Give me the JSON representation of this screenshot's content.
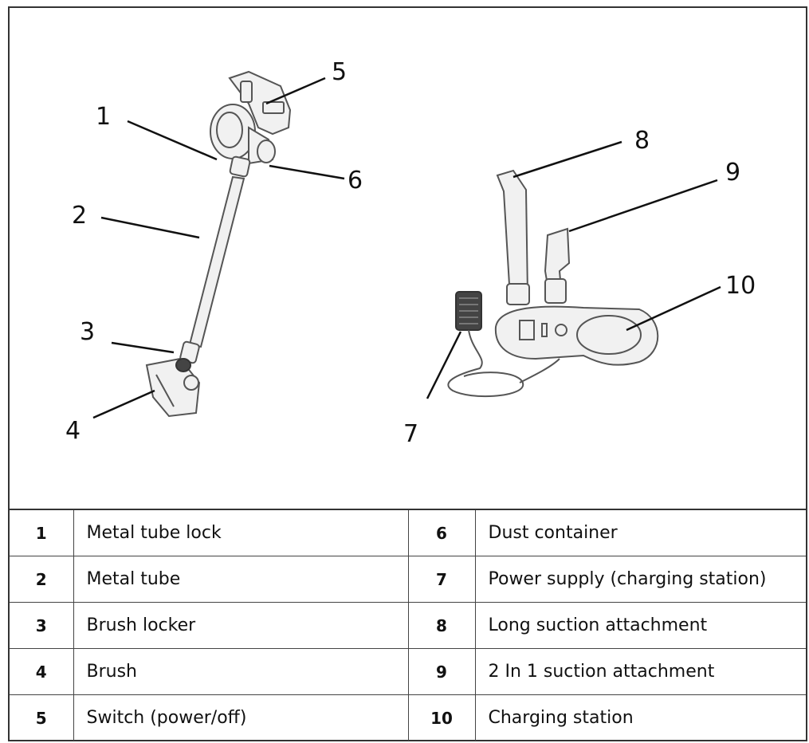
{
  "callouts": [
    "1",
    "2",
    "3",
    "4",
    "5",
    "6",
    "7",
    "8",
    "9",
    "10"
  ],
  "parts_left": [
    {
      "number": "1",
      "label": "Metal tube lock"
    },
    {
      "number": "2",
      "label": "Metal tube"
    },
    {
      "number": "3",
      "label": "Brush locker"
    },
    {
      "number": "4",
      "label": "Brush"
    },
    {
      "number": "5",
      "label": "Switch (power/off)"
    }
  ],
  "parts_right": [
    {
      "number": "6",
      "label": "Dust container"
    },
    {
      "number": "7",
      "label": "Power supply (charging station)"
    },
    {
      "number": "8",
      "label": "Long suction attachment"
    },
    {
      "number": "9",
      "label": "2 In 1 suction attachment"
    },
    {
      "number": "10",
      "label": "Charging station"
    }
  ]
}
